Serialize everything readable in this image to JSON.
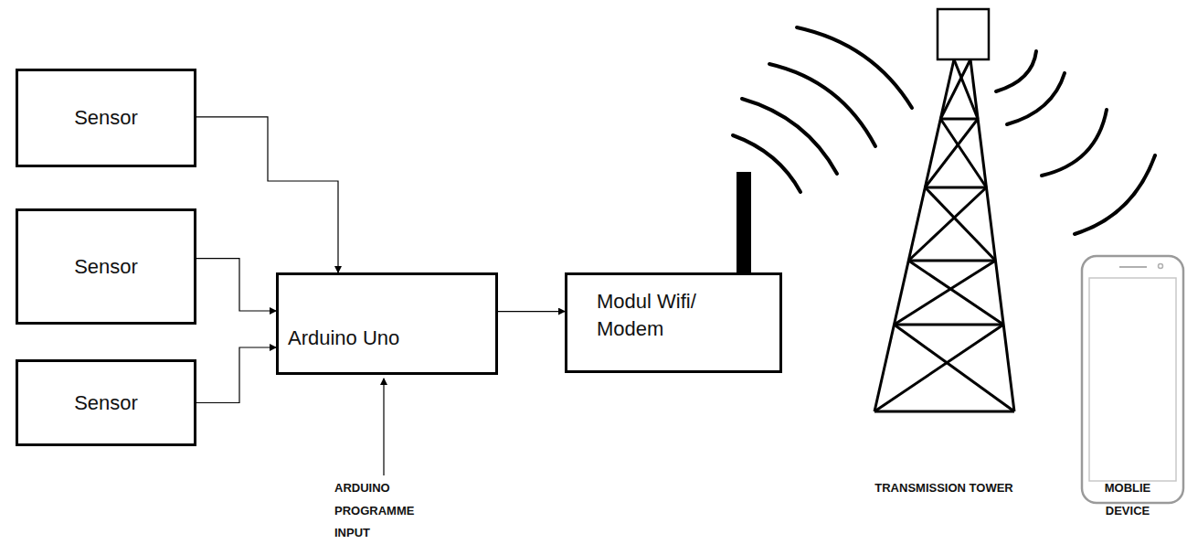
{
  "diagram": {
    "nodes": [
      {
        "text": [
          "Sensor"
        ]
      },
      {
        "text": [
          "Sensor"
        ]
      },
      {
        "text": [
          "Sensor"
        ]
      },
      {
        "text": [
          "Arduino Uno"
        ]
      },
      {
        "text": [
          "Modul Wifi/ Modem"
        ]
      }
    ],
    "edges": [
      {
        "from": 0,
        "to": 3,
        "arrow": "to"
      },
      {
        "from": 1,
        "to": 3,
        "arrow": "to"
      },
      {
        "from": 2,
        "to": 3,
        "arrow": "to"
      },
      {
        "from": 3,
        "to": 4,
        "arrow": "to"
      }
    ],
    "labels": [
      "ARDUINO PROGRAMME INPUT",
      "TRANSMISSION TOWER",
      "MOBLIE DEVICE"
    ]
  }
}
